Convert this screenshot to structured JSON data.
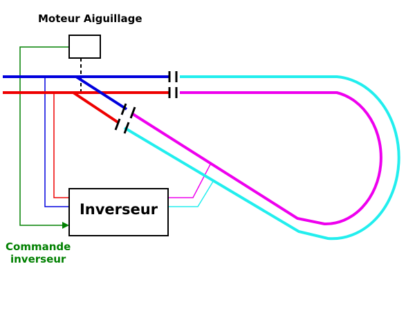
{
  "labels": {
    "motor": "Moteur Aiguillage",
    "inverter": "Inverseur",
    "command_line1": "Commande",
    "command_line2": "inverseur"
  },
  "colors": {
    "track_blue": "#0000dd",
    "track_red": "#ee0000",
    "loop_cyan": "#22eeee",
    "loop_magenta": "#ee00ee",
    "command_green": "#008000",
    "outline": "#000000"
  }
}
